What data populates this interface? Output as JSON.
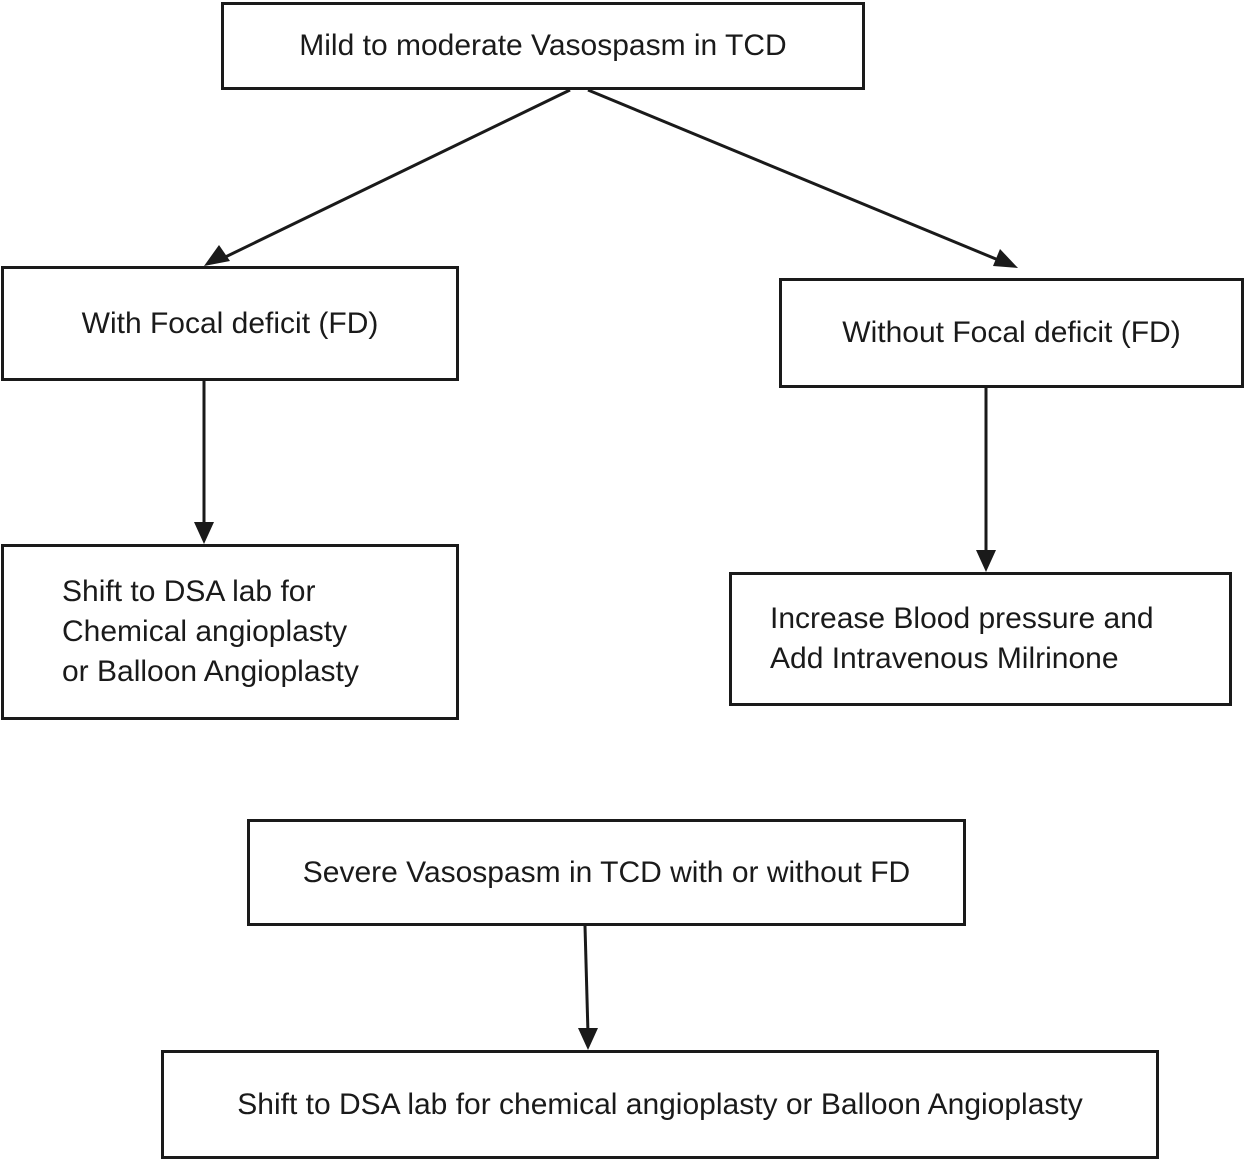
{
  "nodes": {
    "mild_moderate": "Mild to moderate Vasospasm in TCD",
    "with_fd": "With Focal deficit (FD)",
    "without_fd": "Without Focal deficit (FD)",
    "shift_left": "Shift to DSA lab for\nChemical angioplasty\nor Balloon Angioplasty",
    "increase_bp": "Increase Blood pressure and\nAdd Intravenous Milrinone",
    "severe": "Severe Vasospasm in TCD with or without FD",
    "shift_bottom": "Shift to DSA lab for chemical angioplasty or Balloon Angioplasty"
  },
  "colors": {
    "stroke": "#1a1a1a",
    "background": "#ffffff"
  }
}
